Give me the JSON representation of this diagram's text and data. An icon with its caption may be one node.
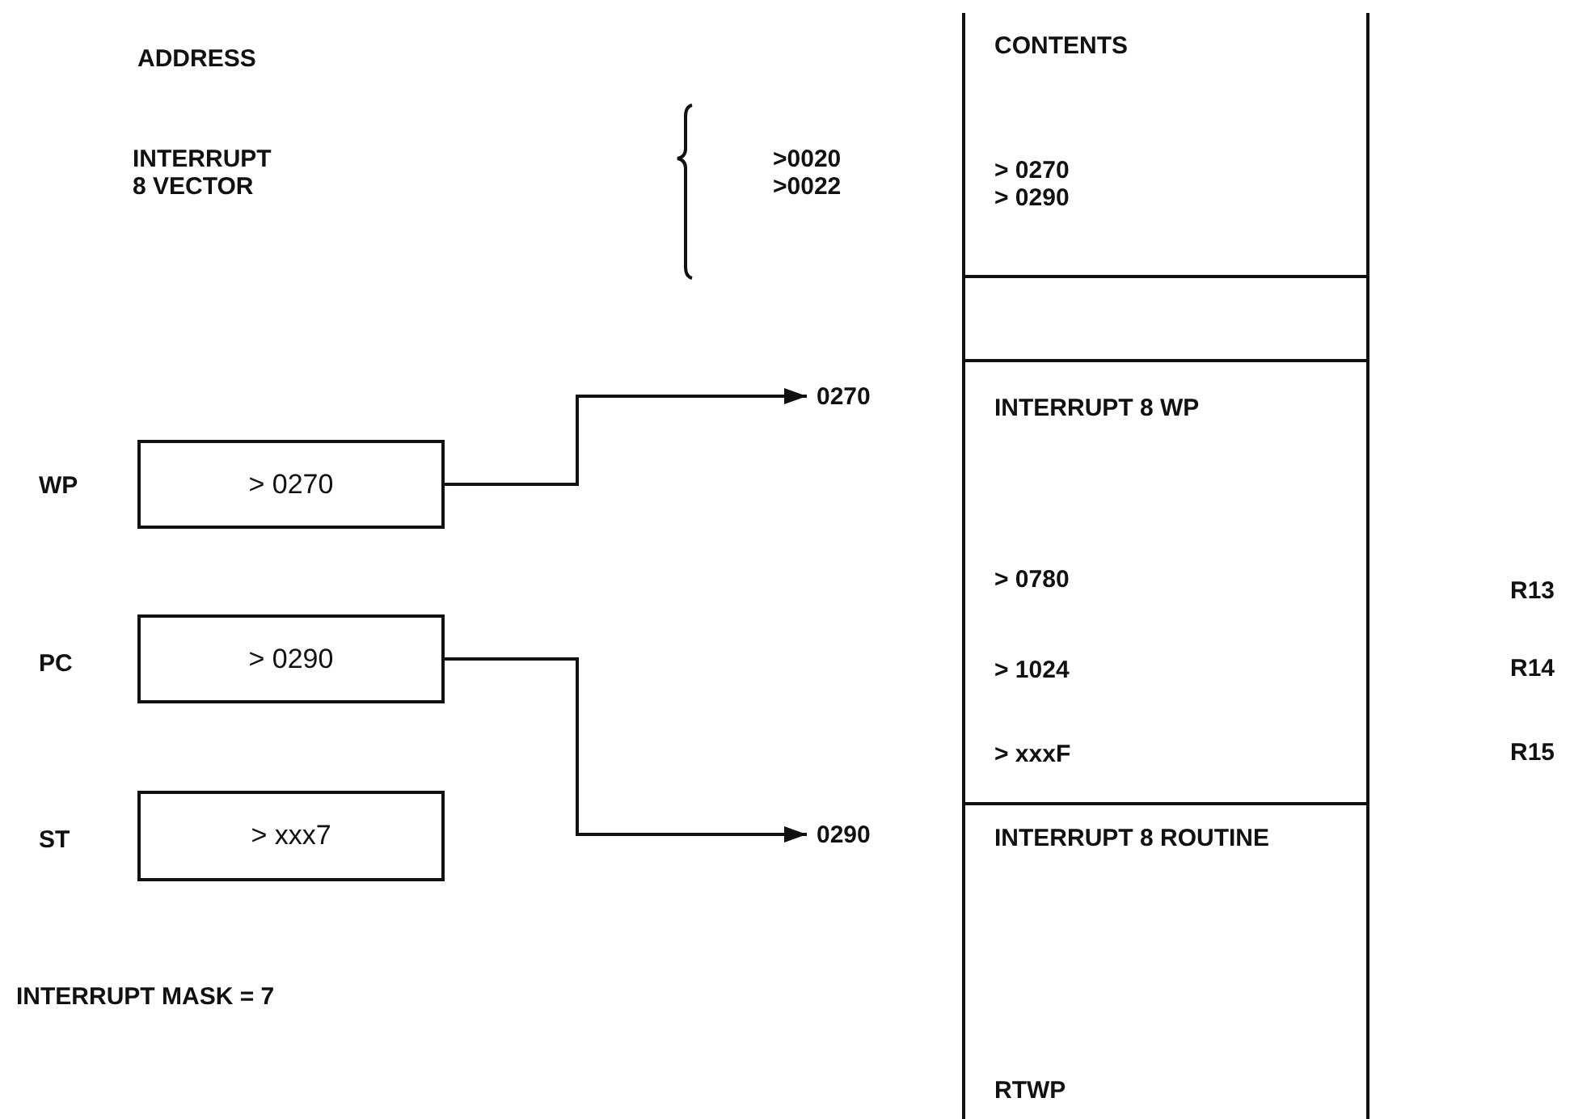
{
  "diagram": {
    "nodes": [
      {
        "text": [
          "CONTENTS",
          "> 0270",
          "> 0290"
        ]
      },
      {
        "text": [],
        "shape": "box"
      },
      {
        "text": [
          "INTERRUPT 8 WP",
          "> 0780",
          "> 1024",
          "> xxxF"
        ],
        "beside": [
          "R13",
          "R14",
          "R15"
        ]
      },
      {
        "text": [
          "INTERRUPT 8 ROUTINE",
          "RTWP"
        ]
      },
      {
        "text": [
          "> 0270"
        ],
        "beside": [
          "WP"
        ]
      },
      {
        "text": [
          "> 0290"
        ],
        "beside": [
          "PC"
        ]
      },
      {
        "text": [
          "> xxx7"
        ],
        "beside": [
          "ST"
        ]
      },
      {
        "text": [
          "0270"
        ]
      },
      {
        "text": [
          "0290"
        ]
      }
    ],
    "edges": [
      {
        "from": 4,
        "to": 7,
        "arrow": "to"
      },
      {
        "from": 5,
        "to": 8,
        "arrow": "to"
      }
    ],
    "labels": [
      "ADDRESS",
      "INTERRUPT 8 VECTOR",
      ">0020",
      ">0022",
      "INTERRUPT MASK = 7"
    ]
  }
}
